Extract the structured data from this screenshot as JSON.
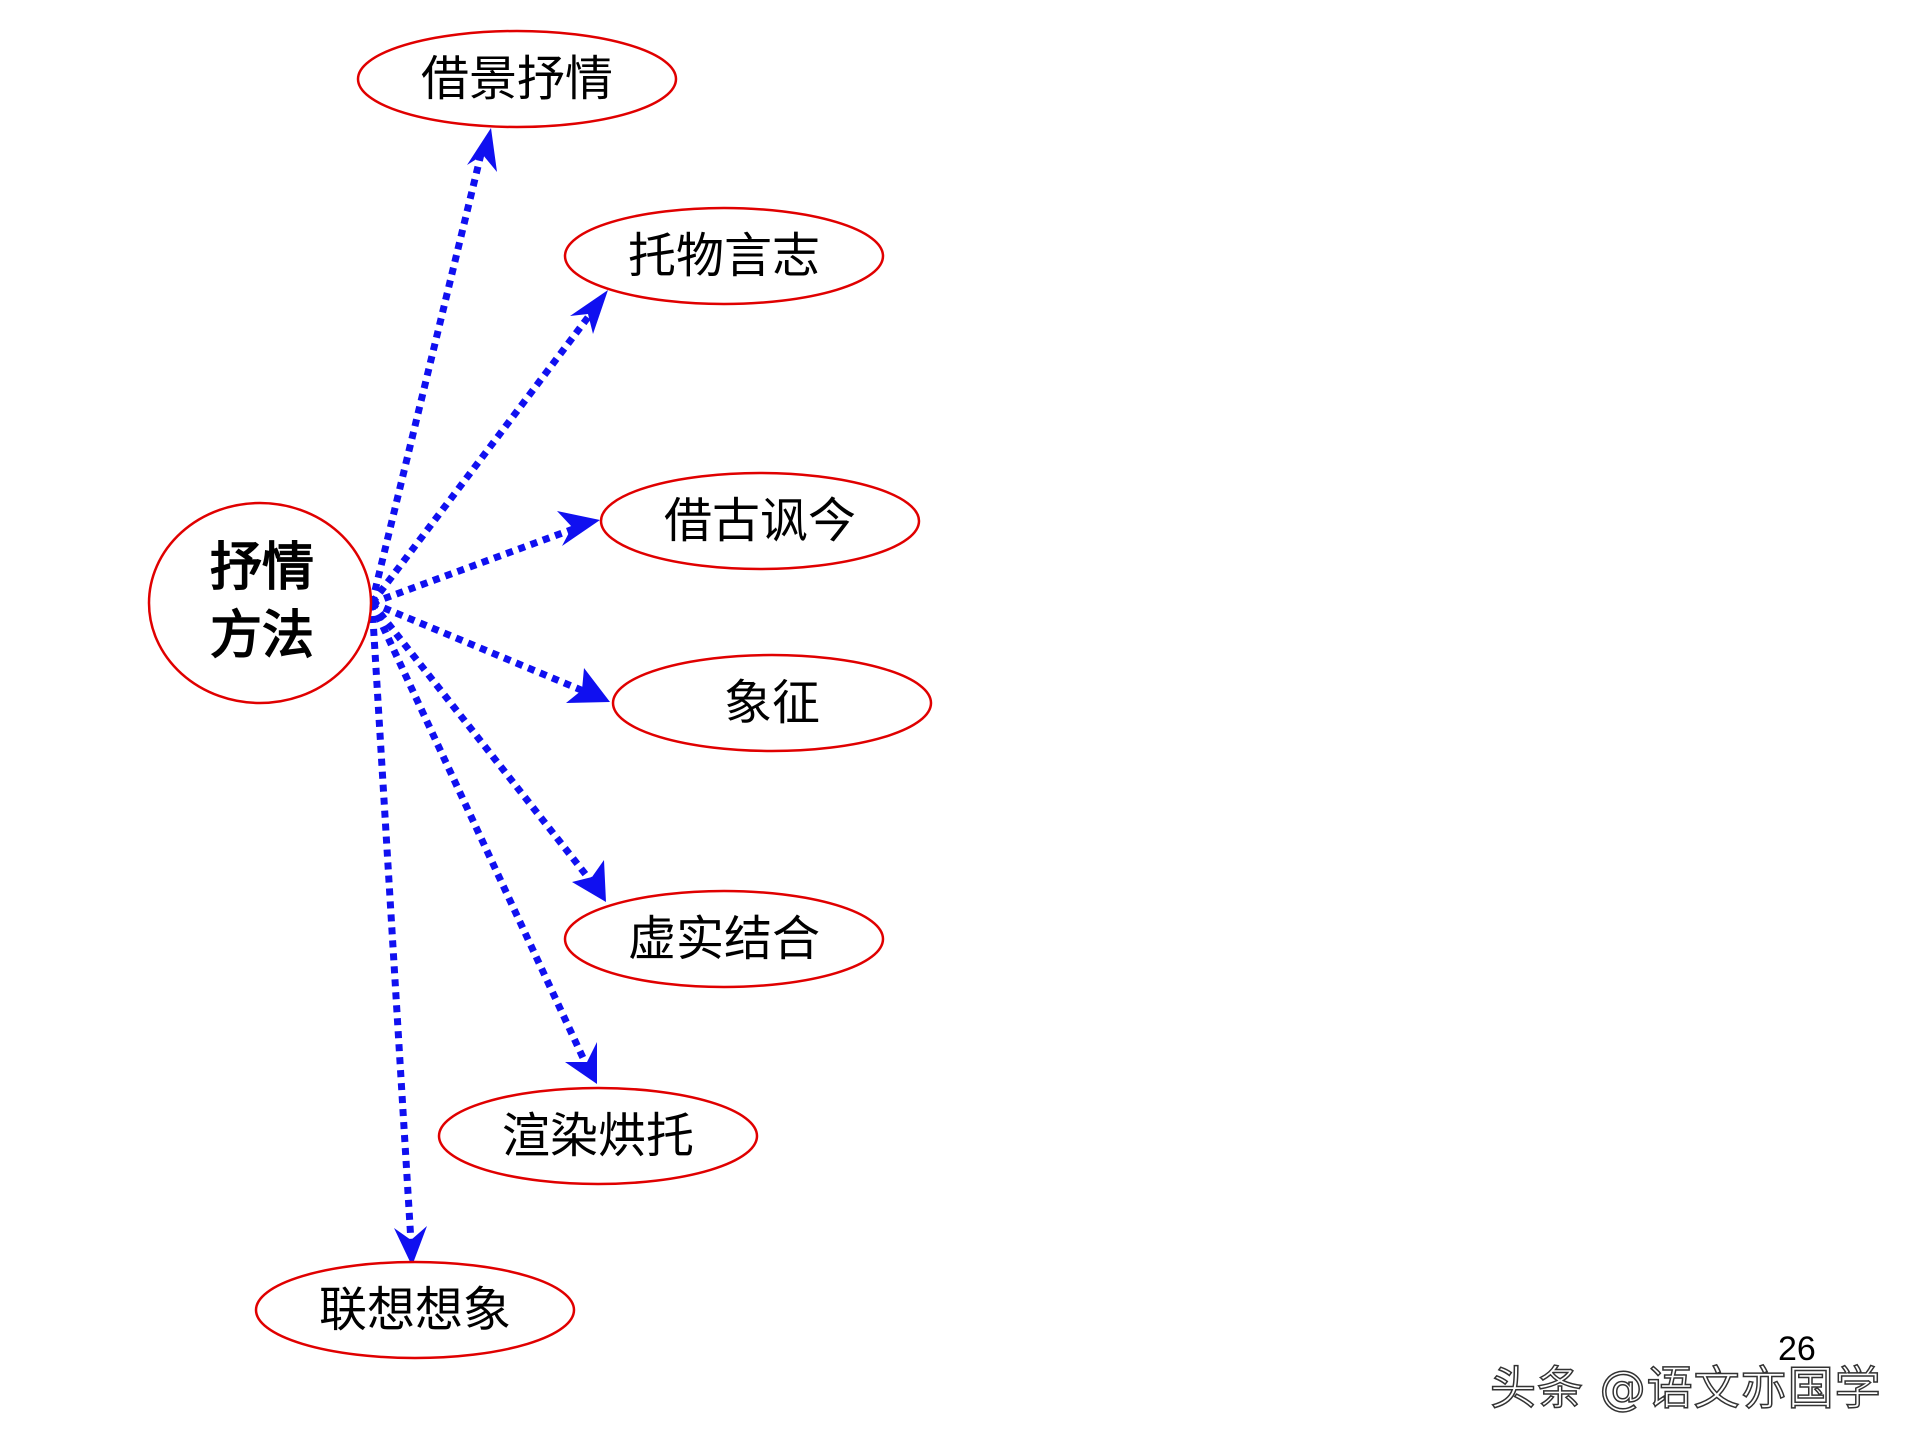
{
  "diagram": {
    "center": {
      "line1": "抒情",
      "line2": "方法"
    },
    "nodes": [
      {
        "label": "借景抒情"
      },
      {
        "label": "托物言志"
      },
      {
        "label": "借古讽今"
      },
      {
        "label": "象征"
      },
      {
        "label": "虚实结合"
      },
      {
        "label": "渲染烘托"
      },
      {
        "label": "联想想象"
      }
    ]
  },
  "footer": {
    "page_number": "26",
    "watermark": "头条 @语文亦国学"
  },
  "colors": {
    "arrow": "#1010f0",
    "ellipse_stroke": "#e00000",
    "text": "#000000",
    "background": "#ffffff"
  }
}
